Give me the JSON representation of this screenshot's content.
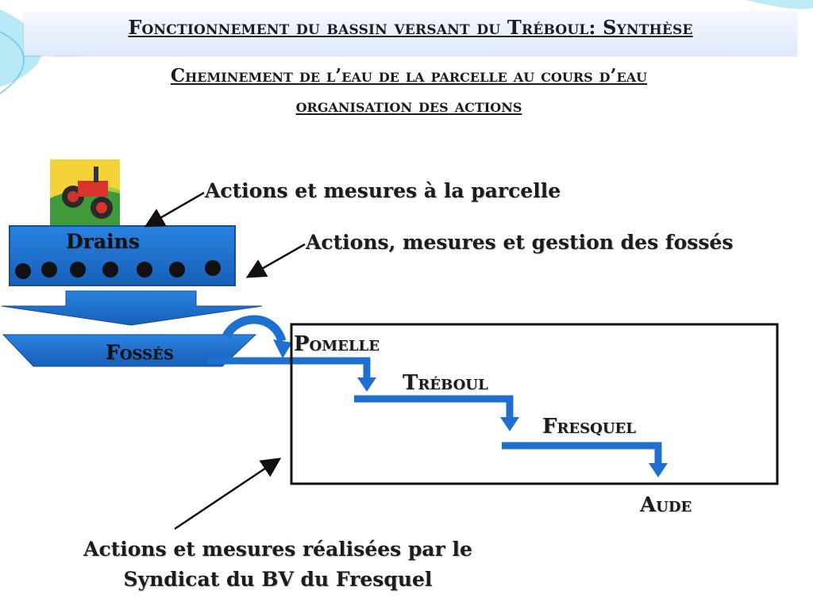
{
  "title": "Fonctionnement du bassin versant du Tréboul: Synthèse",
  "subtitle_line1": "Cheminement de l’eau de la parcelle au cours d’eau",
  "subtitle_line2": "organisation des actions",
  "labels": {
    "parcelle": "Actions et mesures à la parcelle",
    "fosses_actions": "Actions, mesures et gestion des fossés",
    "syndicat_line1": "Actions et mesures réalisées par le",
    "syndicat_line2": "Syndicat du BV du Fresquel"
  },
  "nodes": {
    "drains": "Drains",
    "fosses": "Fossés",
    "pomelle": "Pomelle",
    "treboul": "Tréboul",
    "fresquel": "Fresquel",
    "aude": "Aude"
  },
  "colors": {
    "blue": "#1f6fcf",
    "blue_dark": "#154e94",
    "drain_dot": "#111111",
    "frame": "#111111",
    "swoosh": "#5bc8e8"
  }
}
